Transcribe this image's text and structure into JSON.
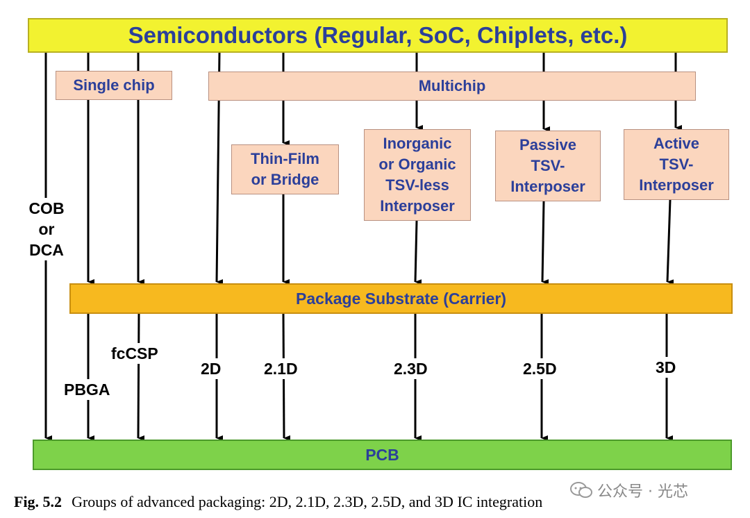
{
  "header": {
    "semiconductors": "Semiconductors (Regular, SoC, Chiplets, etc.)"
  },
  "groups": {
    "single_chip": "Single chip",
    "multichip": "Multichip"
  },
  "interposers": {
    "thin_film": [
      "Thin-Film",
      "or Bridge"
    ],
    "inorganic": [
      "Inorganic",
      "or Organic",
      "TSV-less",
      "Interposer"
    ],
    "passive": [
      "Passive",
      "TSV-",
      "Interposer"
    ],
    "active": [
      "Active",
      "TSV-",
      "Interposer"
    ]
  },
  "cob": [
    "COB",
    "or",
    "DCA"
  ],
  "carrier": "Package Substrate (Carrier)",
  "package_labels": {
    "pbga": "PBGA",
    "fccsp": "fcCSP",
    "d2": "2D",
    "d21": "2.1D",
    "d23": "2.3D",
    "d25": "2.5D",
    "d3": "3D"
  },
  "pcb": "PCB",
  "caption": {
    "fig": "Fig. 5.2",
    "text": "Groups of advanced packaging: 2D, 2.1D, 2.3D, 2.5D, and 3D IC integration"
  },
  "watermark": "公众号 · 光芯"
}
